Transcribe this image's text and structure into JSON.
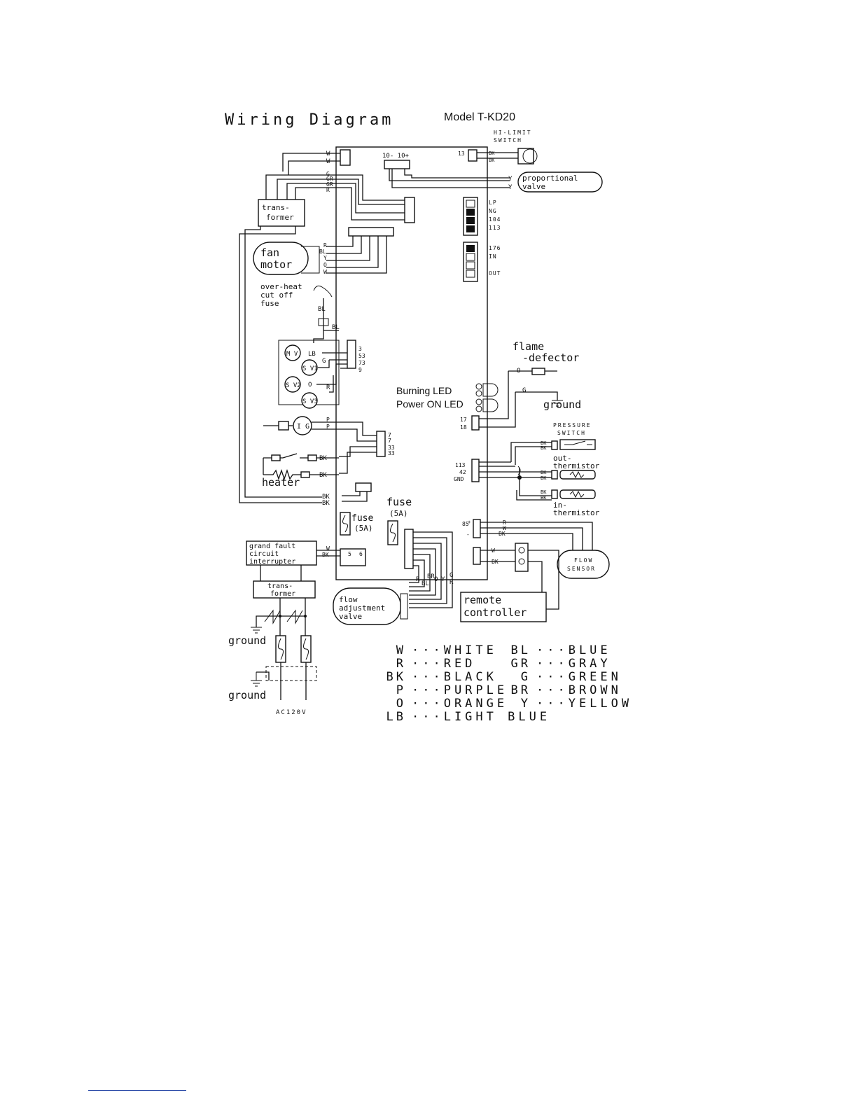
{
  "header": {
    "title": "Wiring Diagram",
    "model": "Model T-KD20"
  },
  "components": {
    "hi_limit_switch": [
      "HI-LIMIT",
      "SWITCH"
    ],
    "proportional_valve": [
      "proportional",
      "valve"
    ],
    "transformer_top": [
      "trans-",
      "former"
    ],
    "fan_motor": [
      "fan",
      "motor"
    ],
    "overheat_fuse": [
      "over-heat",
      "cut off",
      "fuse"
    ],
    "flame_detector": [
      "flame",
      "-defector"
    ],
    "ground_right": "ground",
    "burning_led": "Burning LED",
    "power_led": "Power ON LED",
    "pressure_switch": [
      "PRESSURE",
      "SWITCH"
    ],
    "out_thermistor": [
      "out-",
      "thermistor"
    ],
    "in_thermistor": [
      "in-",
      "thermistor"
    ],
    "heater": "heater",
    "fuse_top": [
      "fuse",
      "(5A)"
    ],
    "fuse_left": [
      "fuse",
      "(5A)"
    ],
    "gfci": [
      "grand fault",
      "circuit",
      "interrupter"
    ],
    "transformer_bottom": [
      "trans-",
      "former"
    ],
    "flow_sensor": [
      "FLOW",
      "SENSOR"
    ],
    "flow_adjustment_valve": [
      "flow",
      "adjustment",
      "valve"
    ],
    "remote_controller": [
      "remote",
      "controller"
    ],
    "ground_left_1": "ground",
    "ground_left_2": "ground",
    "ac_supply": "AC120V",
    "mv": "M V",
    "sv1": "S V1",
    "sv2": "S V2",
    "sv3": "S V3",
    "ig": "I G"
  },
  "connectors": {
    "top_left": [
      "W",
      "W"
    ],
    "top_center": "10- 10+",
    "switch_pin": "13",
    "switch_wires": [
      "BK",
      "BK"
    ],
    "valve_wires": [
      "Y",
      "Y"
    ],
    "trans_wires": [
      "G",
      "GR",
      "GR",
      "R"
    ],
    "dip_top": [
      "LP",
      "NG",
      "104",
      "113"
    ],
    "dip_bottom": [
      "176",
      "IN",
      "OUT"
    ],
    "motor_wires": [
      "R",
      "BL",
      "Y",
      "O",
      "W"
    ],
    "fuse_wires": [
      "BL",
      "BL"
    ],
    "valve_pins": [
      "3",
      "53",
      "73",
      "9"
    ],
    "mv_wire": "LB",
    "sv1_wire": "G",
    "sv2_wire": "O",
    "sv3_wire": "R",
    "ig_wires": [
      "P",
      "P"
    ],
    "ig_pins": [
      "7",
      "7",
      "33",
      "33"
    ],
    "heater_wires": [
      "BK",
      "BK"
    ],
    "power_wires": [
      "BK",
      "BK"
    ],
    "flame_wire": "O",
    "ground_wire": "G",
    "led_pins": [
      "17",
      "18"
    ],
    "pressure_wires": [
      "BK",
      "BK"
    ],
    "therm_pins": [
      "113",
      "42",
      "GND"
    ],
    "out_therm_wires": [
      "BK",
      "BK"
    ],
    "in_therm_wires": [
      "BK",
      "BK"
    ],
    "flow_pins": [
      "85",
      "+",
      "-"
    ],
    "flow_wires": [
      "R",
      "W",
      "BK"
    ],
    "remote_wires": [
      "W",
      "BK"
    ],
    "gfci_wires": [
      "W",
      "BK"
    ],
    "gfci_pins": [
      "5",
      "6"
    ],
    "adj_wires": [
      "R",
      "BL",
      "BR",
      "O",
      "Y",
      "G",
      "R"
    ]
  },
  "legend": [
    {
      "code": "W",
      "name": "WHITE"
    },
    {
      "code": "BL",
      "name": "BLUE"
    },
    {
      "code": "R",
      "name": "RED"
    },
    {
      "code": "GR",
      "name": "GRAY"
    },
    {
      "code": "BK",
      "name": "BLACK"
    },
    {
      "code": "G",
      "name": "GREEN"
    },
    {
      "code": "P",
      "name": "PURPLE"
    },
    {
      "code": "BR",
      "name": "BROWN"
    },
    {
      "code": "O",
      "name": "ORANGE"
    },
    {
      "code": "Y",
      "name": "YELLOW"
    },
    {
      "code": "LB",
      "name": "LIGHT BLUE"
    }
  ],
  "legend_separator": "···",
  "colors": {
    "ink": "#111111",
    "background": "#ffffff",
    "footer_rule": "#2b4aa8"
  }
}
